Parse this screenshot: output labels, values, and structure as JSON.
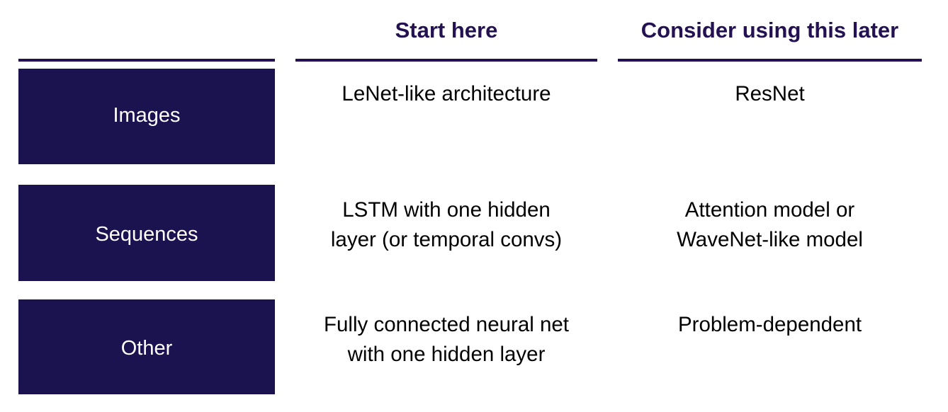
{
  "table": {
    "columns": [
      {
        "key": "category",
        "label": ""
      },
      {
        "key": "start_here",
        "label": "Start here"
      },
      {
        "key": "later",
        "label": "Consider using this later"
      }
    ],
    "rows": [
      {
        "category": "Images",
        "start_here": [
          "LeNet-like architecture"
        ],
        "later": [
          "ResNet"
        ]
      },
      {
        "category": "Sequences",
        "start_here": [
          "LSTM with one hidden",
          "layer (or temporal convs)"
        ],
        "later": [
          "Attention model or",
          "WaveNet-like model"
        ]
      },
      {
        "category": "Other",
        "start_here": [
          "Fully connected neural net",
          "with one hidden layer"
        ],
        "later": [
          "Problem-dependent"
        ]
      }
    ]
  },
  "colors": {
    "navy_box": "#1b1250",
    "header_text": "#231152",
    "rule": "#231152",
    "body_text": "#000000",
    "label_text": "#ffffff",
    "background": "#ffffff"
  }
}
